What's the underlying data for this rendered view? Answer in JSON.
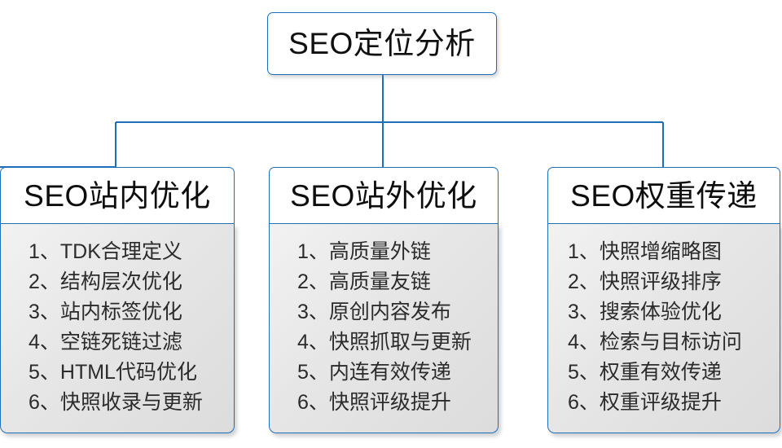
{
  "diagram": {
    "type": "tree-hierarchy",
    "root": {
      "label": "SEO定位分析"
    },
    "branches": [
      {
        "title": "SEO站内优化",
        "items": [
          "1、TDK合理定义",
          "2、结构层次优化",
          "3、站内标签优化",
          "4、空链死链过滤",
          "5、HTML代码优化",
          "6、快照收录与更新"
        ]
      },
      {
        "title": "SEO站外优化",
        "items": [
          "1、高质量外链",
          "2、高质量友链",
          "3、原创内容发布",
          "4、快照抓取与更新",
          "5、内连有效传递",
          "6、快照评级提升"
        ]
      },
      {
        "title": "SEO权重传递",
        "items": [
          "1、快照增缩略图",
          "2、快照评级排序",
          "3、搜索体验优化",
          "4、检索与目标访问",
          "5、权重有效传递",
          "6、权重评级提升"
        ]
      }
    ],
    "colors": {
      "border": "#1f6fb8",
      "connector": "#1f6fb8",
      "header_fill": "#ffffff",
      "body_fill": "#e6e6e6",
      "text": "#2b2b2b",
      "background": "#ffffff"
    }
  }
}
